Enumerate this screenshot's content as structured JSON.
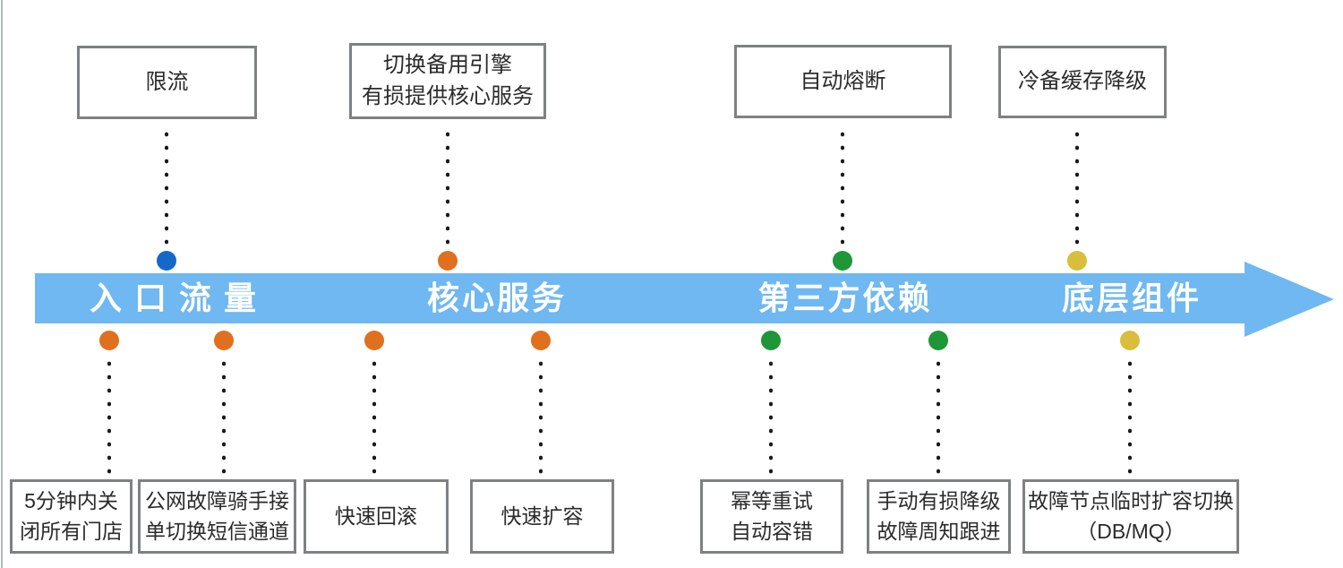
{
  "colors": {
    "arrow_band": "#6FB8F1",
    "dot_blue": "#1668C8",
    "dot_orange": "#E0701E",
    "dot_green": "#1F9638",
    "dot_yellow": "#D9BE3C",
    "box_border": "#7E8184",
    "box_text": "#2B2B2B",
    "band_text": "#FFFFFF",
    "dotted_line": "#1A1A1A",
    "edge_line": "#B5B9BD"
  },
  "arrow": {
    "segments": [
      {
        "label": "入口流量"
      },
      {
        "label": "核心服务"
      },
      {
        "label": "第三方依赖"
      },
      {
        "label": "底层组件"
      }
    ]
  },
  "top_items": [
    {
      "line1": "限流",
      "dot_color": "#1668C8"
    },
    {
      "line1": "切换备用引擎",
      "line2": "有损提供核心服务",
      "dot_color": "#E0701E"
    },
    {
      "line1": "自动熔断",
      "dot_color": "#1F9638"
    },
    {
      "line1": "冷备缓存降级",
      "dot_color": "#D9BE3C"
    }
  ],
  "bottom_items": [
    {
      "line1": "5分钟内关",
      "line2": "闭所有门店",
      "dot_color": "#E0701E"
    },
    {
      "line1": "公网故障骑手接",
      "line2": "单切换短信通道",
      "dot_color": "#E0701E"
    },
    {
      "line1": "快速回滚",
      "dot_color": "#E0701E"
    },
    {
      "line1": "快速扩容",
      "dot_color": "#E0701E"
    },
    {
      "line1": "幂等重试",
      "line2": "自动容错",
      "dot_color": "#1F9638"
    },
    {
      "line1": "手动有损降级",
      "line2": "故障周知跟进",
      "dot_color": "#1F9638"
    },
    {
      "line1": "故障节点临时扩容切换",
      "line2": "（DB/MQ）",
      "dot_color": "#D9BE3C"
    }
  ]
}
